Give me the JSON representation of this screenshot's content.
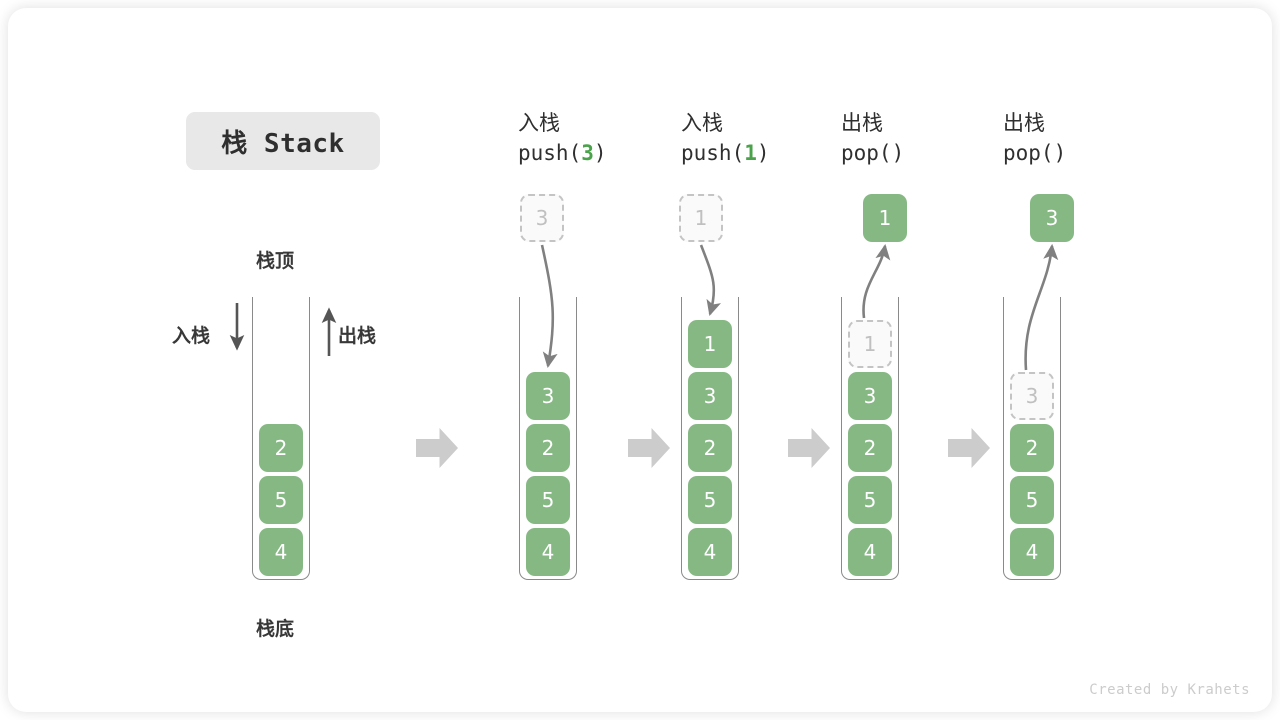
{
  "title": "栈 Stack",
  "footer": "Created by Krahets",
  "colors": {
    "cell_fill": "#86b884",
    "cell_text": "#ffffff",
    "ghost_fill": "#fafafa",
    "ghost_border": "#c4c4c4",
    "ghost_text": "#c0c0c0",
    "accent_green": "#4aa34a",
    "arrow_gray": "#808080",
    "block_arrow_gray": "#cccccc",
    "wall_gray": "#8a8a8a",
    "title_chip_bg": "#e8e8e8",
    "label_text": "#383838"
  },
  "initial_stack": {
    "top_label": "栈顶",
    "bottom_label": "栈底",
    "push_label": "入栈",
    "pop_label": "出栈",
    "cells": [
      "2",
      "5",
      "4"
    ]
  },
  "steps": [
    {
      "id": "push-3",
      "op_cn": "入栈",
      "op_code_prefix": "push(",
      "op_code_arg": "3",
      "op_code_suffix": ")",
      "floating_cell": {
        "value": "3",
        "style": "ghost"
      },
      "arrow_direction": "down",
      "cells": [
        {
          "value": "3",
          "style": "filled"
        },
        {
          "value": "2",
          "style": "filled"
        },
        {
          "value": "5",
          "style": "filled"
        },
        {
          "value": "4",
          "style": "filled"
        }
      ]
    },
    {
      "id": "push-1",
      "op_cn": "入栈",
      "op_code_prefix": "push(",
      "op_code_arg": "1",
      "op_code_suffix": ")",
      "floating_cell": {
        "value": "1",
        "style": "ghost"
      },
      "arrow_direction": "down",
      "cells": [
        {
          "value": "1",
          "style": "filled"
        },
        {
          "value": "3",
          "style": "filled"
        },
        {
          "value": "2",
          "style": "filled"
        },
        {
          "value": "5",
          "style": "filled"
        },
        {
          "value": "4",
          "style": "filled"
        }
      ]
    },
    {
      "id": "pop-1",
      "op_cn": "出栈",
      "op_code_prefix": "pop(",
      "op_code_arg": "",
      "op_code_suffix": ")",
      "floating_cell": {
        "value": "1",
        "style": "filled"
      },
      "arrow_direction": "up",
      "cells": [
        {
          "value": "1",
          "style": "ghost"
        },
        {
          "value": "3",
          "style": "filled"
        },
        {
          "value": "2",
          "style": "filled"
        },
        {
          "value": "5",
          "style": "filled"
        },
        {
          "value": "4",
          "style": "filled"
        }
      ]
    },
    {
      "id": "pop-3",
      "op_cn": "出栈",
      "op_code_prefix": "pop(",
      "op_code_arg": "",
      "op_code_suffix": ")",
      "floating_cell": {
        "value": "3",
        "style": "filled"
      },
      "arrow_direction": "up",
      "cells": [
        {
          "value": "3",
          "style": "ghost"
        },
        {
          "value": "2",
          "style": "filled"
        },
        {
          "value": "5",
          "style": "filled"
        },
        {
          "value": "4",
          "style": "filled"
        }
      ]
    }
  ]
}
